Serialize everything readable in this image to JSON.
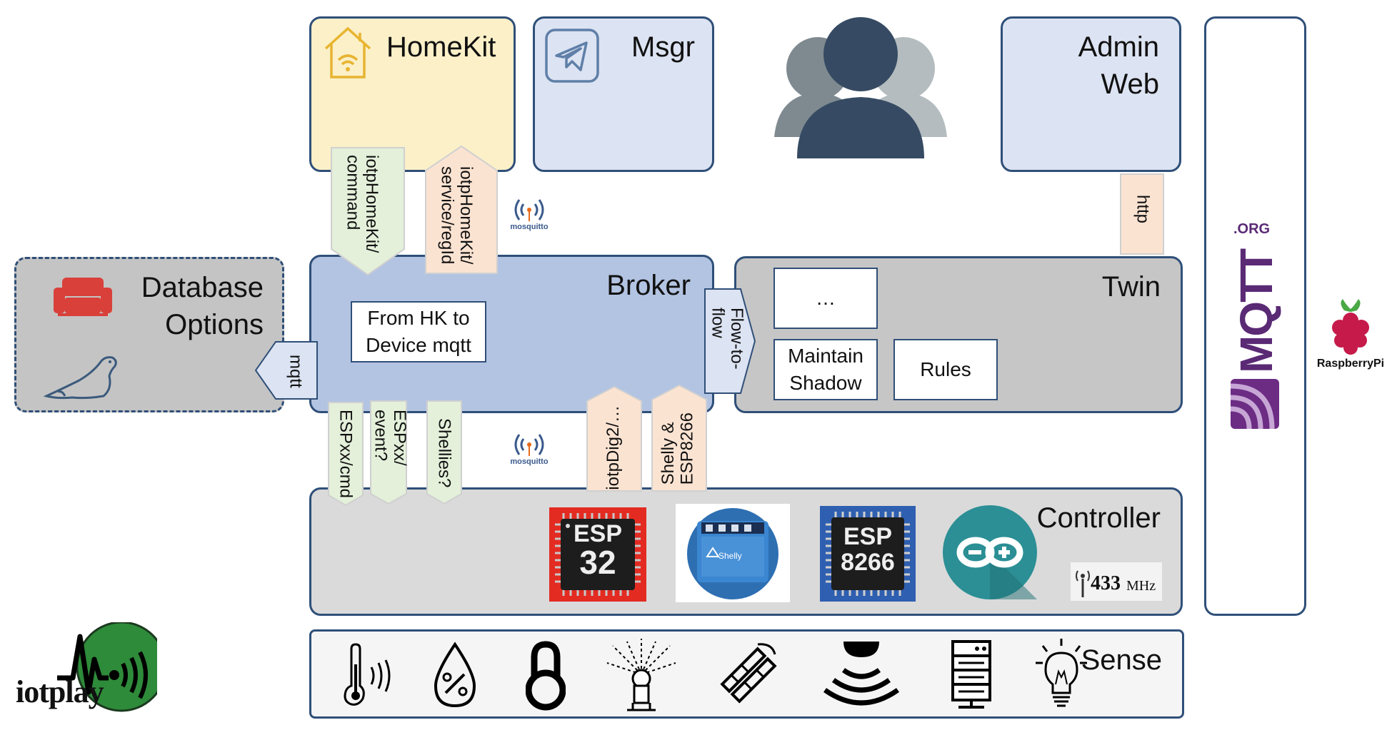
{
  "colors": {
    "panel_border": "#2f4f78",
    "homekit_fill": "#fbf0c8",
    "msgr_fill": "#dce3f2",
    "admin_fill": "#dce3f2",
    "broker_fill": "#b3c4e2",
    "twin_fill": "#c6c6c6",
    "db_fill": "#c4c4c4",
    "controller_fill": "#dadada",
    "sense_fill": "#f5f5f5",
    "green_arrow": "#e4f0da",
    "peach_arrow": "#fbe3d2",
    "mqtt_purple": "#6c2c84",
    "iotplay_green": "#2e8b3a"
  },
  "homekit": {
    "title": "HomeKit",
    "icon": "home-wifi-icon"
  },
  "msgr": {
    "title": "Msgr",
    "icon": "telegram-icon"
  },
  "users": {
    "icon": "users-icon"
  },
  "admin": {
    "title_line1": "Admin",
    "title_line2": "Web"
  },
  "database": {
    "title_line1": "Database",
    "title_line2": "Options",
    "icons": [
      "couch-icon",
      "seal-icon"
    ]
  },
  "broker": {
    "title": "Broker",
    "inner_line1": "From HK to",
    "inner_line2": "Device mqtt"
  },
  "twin": {
    "title": "Twin",
    "box_ellipsis": "…",
    "box_shadow_line1": "Maintain",
    "box_shadow_line2": "Shadow",
    "box_rules": "Rules"
  },
  "controller": {
    "title": "Controller",
    "chips": {
      "esp32_line1": "ESP",
      "esp32_line2": "32",
      "esp8266_line1": "ESP",
      "esp8266_line2": "8266"
    },
    "shelly_label": "Shelly",
    "rf_label": "433",
    "rf_unit": "MHz"
  },
  "sense": {
    "title": "Sense",
    "icons": [
      "thermometer-icon",
      "humidity-icon",
      "lock-icon",
      "sprinkler-icon",
      "window-sensor-icon",
      "motion-sensor-icon",
      "server-icon",
      "lightbulb-icon"
    ]
  },
  "arrows": {
    "hk_command_l1": "iotpHomeKit/",
    "hk_command_l2": "command",
    "hk_service_l1": "iotpHomeKit/",
    "hk_service_l2": "service/regId",
    "http": "http",
    "mqtt": "mqtt",
    "flow_l1": "Flow-to-",
    "flow_l2": "flow",
    "espcmd": "ESPxx/cmd",
    "espevent_l1": "ESPxx/",
    "espevent_l2": "event?",
    "shellies": "Shellies?",
    "iotpdig": "iotpDig2/…",
    "shelly_l1": "Shelly &",
    "shelly_l2": "ESP8266"
  },
  "mosquitto_label": "mosquitto",
  "mqtt_org": {
    "main": "MQTT",
    "suffix": ".ORG"
  },
  "raspberry": {
    "label": "RaspberryPi"
  },
  "iotplay": {
    "label": "iotplay"
  }
}
